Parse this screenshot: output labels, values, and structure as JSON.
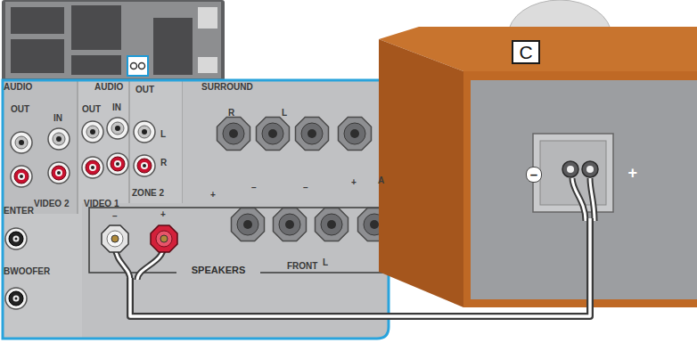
{
  "diagram": {
    "nodes": [
      {
        "text": [
          "SPEAKERS"
        ]
      },
      {
        "text": [
          "C"
        ]
      },
      {
        "text": [
          "–",
          "+"
        ]
      }
    ],
    "edges": [
      {
        "from": 0,
        "to": 2,
        "arrow": "none"
      }
    ],
    "labels": [
      "AUDIO",
      "OUT",
      "IN",
      "VIDEO 2",
      "AUDIO",
      "OUT",
      "IN",
      "VIDEO 1",
      "OUT",
      "L",
      "R",
      "ZONE 2",
      "SURROUND",
      "R",
      "L",
      "–",
      "–",
      "+",
      "A",
      "+",
      "ENTER",
      "BWOOFER",
      "–",
      "+",
      "FRONT",
      "L"
    ]
  }
}
